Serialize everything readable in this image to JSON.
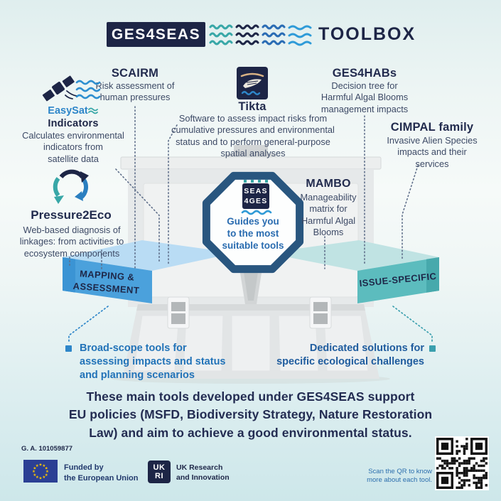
{
  "header": {
    "logo": "GES4SEAS",
    "title": "TOOLBOX"
  },
  "tools": {
    "easysat": {
      "name": "EasySat",
      "name2": "Indicators",
      "desc": "Calculates environmental\nindicators from\nsatellite data"
    },
    "scairm": {
      "name": "SCAIRM",
      "desc": "Risk assessment of\nhuman pressures"
    },
    "tikta": {
      "name": "Tikta",
      "desc": "Software to assess impact risks from\ncumulative pressures and environmental\nstatus and to perform general-purpose\nspatial analyses"
    },
    "ges4habs": {
      "name": "GES4HABs",
      "desc": "Decision tree for\nHarmful Algal Blooms\nmanagement impacts"
    },
    "cimpal": {
      "name": "CIMPAL family",
      "desc": "Invasive Alien Species\nimpacts and their\nservices"
    },
    "pressure2eco": {
      "name": "Pressure2Eco",
      "desc": "Web-based diagnosis of\nlinkages: from activities to\necosystem components"
    },
    "mambo": {
      "name": "MAMBO",
      "desc": "Manageability\nmatrix for\nHarmful Algal\nBlooms"
    }
  },
  "center": {
    "logo_line1": "SEAS",
    "logo_line2": "4GES",
    "tagline": "Guides you\nto the most\nsuitable tools"
  },
  "categories": {
    "left": {
      "label": "MAPPING &\nASSESSMENT",
      "note": "Broad-scope tools for\nassessing impacts and status\nand planning scenarios"
    },
    "right": {
      "label": "ISSUE-SPECIFIC",
      "note": "Dedicated solutions for\nspecific ecological challenges"
    }
  },
  "summary": "These main tools developed under GES4SEAS support\nEU policies (MSFD, Biodiversity Strategy, Nature Restoration\nLaw) and aim to achieve a good environmental status.",
  "footer": {
    "grant": "G. A. 101059877",
    "eu_label": "Funded by\nthe European Union",
    "ukri_line1": "UK",
    "ukri_line2": "RI",
    "ukri_label": "UK Research\nand Innovation",
    "qr_note": "Scan the QR to know\nmore about each tool."
  },
  "colors": {
    "navy": "#1d2546",
    "blue": "#2b7fc0",
    "teal": "#3aa7a7",
    "tray_blue": "#4ba1dc",
    "tray_teal": "#5cbcbe"
  }
}
